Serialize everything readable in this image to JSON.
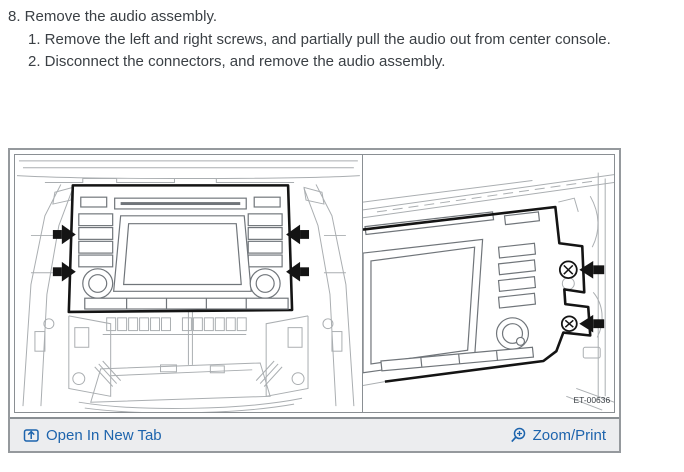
{
  "instructions": {
    "step": "8. Remove the audio assembly.",
    "substeps": [
      "1. Remove the left and right screws, and partially pull the audio out from center console.",
      "2. Disconnect the connectors, and remove the audio assembly."
    ]
  },
  "figure": {
    "id_label": "ET-00636"
  },
  "footer": {
    "open_label": "Open In New Tab",
    "zoom_label": "Zoom/Print"
  },
  "icons": {
    "open": "open-in-new-tab-icon",
    "zoom": "magnifier-plus-icon"
  },
  "colors": {
    "link_blue": "#1d64ad",
    "text_dark": "#3b4045",
    "footer_bg": "#ecedef",
    "border_gray": "#8a8f93",
    "line_light": "#aaaeb1",
    "line_mid": "#70757a",
    "line_dark": "#141414"
  }
}
